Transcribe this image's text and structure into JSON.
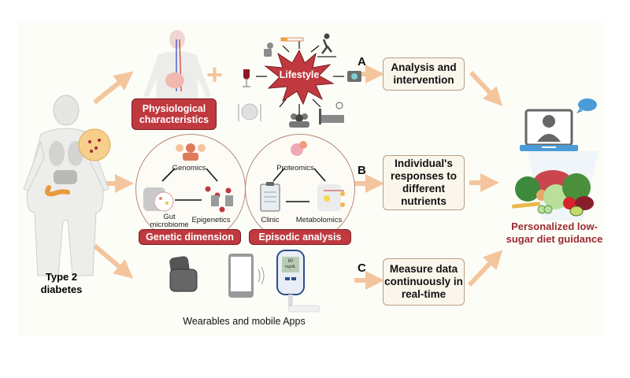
{
  "figure": {
    "patient_label": "Type 2 diabetes",
    "top_row": {
      "physiological_label": "Physiological characteristics",
      "plus_symbol": "+",
      "lifestyle_label": "Lifestyle",
      "lifestyle_factors": [
        "smoking",
        "exercise",
        "medical care",
        "sleep",
        "social",
        "diet",
        "alcohol",
        "stress"
      ]
    },
    "middle_row": {
      "genetic_circle": {
        "title": "Genetic dimension",
        "nodes": [
          "Genomics",
          "Gut microbiome",
          "Epigenetics"
        ]
      },
      "episodic_circle": {
        "title": "Episodic analysis",
        "nodes": [
          "Proteomics",
          "Clinic",
          "Metabolomics"
        ]
      }
    },
    "bottom_row": {
      "devices_label": "Wearables and mobile Apps",
      "glucometer_reading": "80",
      "glucometer_unit": "mg/dL"
    },
    "pathways": [
      {
        "letter": "A",
        "text": "Analysis and intervention"
      },
      {
        "letter": "B",
        "text": "Individual's responses to different nutrients"
      },
      {
        "letter": "C",
        "text": "Measure data continuously in real-time"
      }
    ],
    "outcome_label": "Personalized low-sugar diet guidance",
    "colors": {
      "accent_red": "#c0393f",
      "arrow_peach": "#f4c59c",
      "outcome_text": "#9b2a30",
      "panel_bg": "#fdfdf8"
    }
  }
}
